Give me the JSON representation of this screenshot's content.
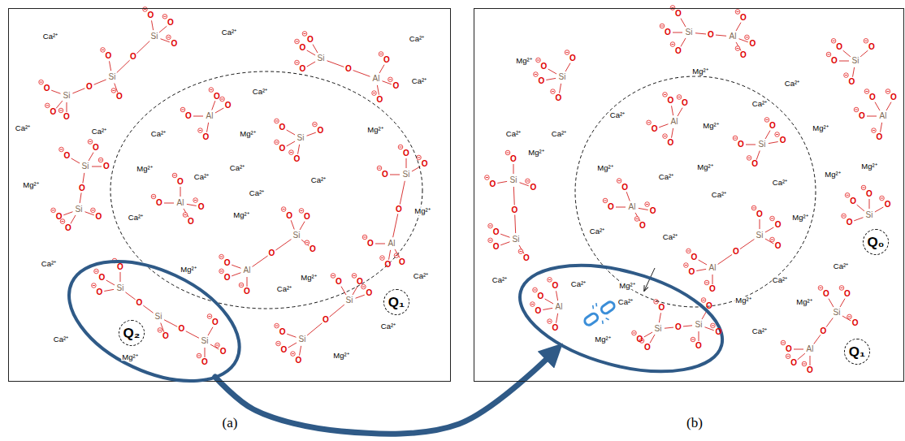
{
  "diagram": {
    "nodes": [
      {
        "text": [
          "(a)"
        ]
      },
      {
        "text": [
          "(b)"
        ]
      },
      {
        "text": [
          "Ca²⁺",
          "Ca²⁺",
          "Mg²⁺",
          "Mg²⁺",
          "Ca²⁺",
          "Ca²⁺",
          "Ca²⁺",
          "Ca²⁺",
          "Ca²⁺",
          "Mg²⁺",
          "Mg²⁺",
          "Ca²⁺",
          "Mg²⁺"
        ],
        "in": 0
      },
      {
        "text": [
          "Mg²⁺"
        ],
        "in": 0
      },
      {
        "text": [
          "Q₂"
        ],
        "in": 3
      },
      {
        "text": [
          "Q₁"
        ],
        "in": 0
      },
      {
        "text": [
          "Ca²⁺",
          "Ca²⁺",
          "Mg²⁺",
          "Mg²⁺",
          "Ca²⁺",
          "Mg²⁺",
          "Ca²⁺",
          "Ca²⁺",
          "Ca²⁺",
          "Ca²⁺",
          "Mg²⁺",
          "Mg²⁺",
          "Ca²⁺"
        ],
        "in": 1
      },
      {
        "text": [
          "Ca²⁺",
          "Mg²⁺",
          "Ca²⁺",
          "Mg²⁺"
        ],
        "in": 1
      },
      {
        "text": [
          "Q₀"
        ],
        "in": 1
      },
      {
        "text": [
          "Q₁"
        ],
        "in": 1
      }
    ],
    "edges": [
      {
        "from": 3,
        "to": 7,
        "arrow": "to"
      }
    ],
    "labels": [
      "Ca²⁺",
      "Ca²⁺",
      "Ca²⁺",
      "Ca²⁺",
      "Ca²⁺",
      "Ca²⁺",
      "Mg²⁺",
      "Mg²⁺",
      "Mg²⁺",
      "Ca²⁺",
      "Ca²⁺",
      "Ca²⁺",
      "Ca²⁺",
      "Mg²⁺",
      "Mg²⁺",
      "Mg²⁺",
      "Ca²⁺",
      "Ca²⁺",
      "Ca²⁺",
      "Mg²⁺",
      "Mg²⁺",
      "Mg²⁺",
      "Mg²⁺",
      "Ca²⁺",
      "Ca²⁺",
      "Mg²⁺",
      "Ca²⁺",
      "Si",
      "O",
      "O",
      "O",
      "Si",
      "O",
      "O",
      "Si",
      "O",
      "O",
      "O",
      "O",
      "O",
      "Si",
      "O",
      "O",
      "O",
      "Al",
      "O",
      "O",
      "O",
      "O",
      "Si",
      "O",
      "O",
      "O",
      "Si",
      "O",
      "O",
      "O",
      "O",
      "Al",
      "O",
      "O",
      "O",
      "O",
      "Si",
      "O",
      "O",
      "O",
      "O",
      "Al",
      "O",
      "O",
      "O",
      "O",
      "Si",
      "O",
      "O",
      "O",
      "Al",
      "O",
      "O",
      "O",
      "O",
      "Si",
      "O",
      "O",
      "O",
      "Al",
      "O",
      "O",
      "O",
      "O",
      "Si",
      "O",
      "O",
      "O",
      "Si",
      "O",
      "Si",
      "O",
      "O",
      "O",
      "O",
      "O",
      "Si",
      "O",
      "O",
      "O",
      "Si",
      "O",
      "O",
      "O",
      "O",
      "Si",
      "O",
      "O",
      "O",
      "O",
      "Si",
      "O",
      "O",
      "O",
      "Al",
      "O",
      "O",
      "O",
      "O",
      "Si",
      "O",
      "O",
      "O",
      "O",
      "Al",
      "O",
      "O",
      "O",
      "O",
      "Si",
      "O",
      "O",
      "O",
      "O",
      "Al",
      "O",
      "O",
      "O",
      "O",
      "Al",
      "O",
      "O",
      "O",
      "O",
      "Si",
      "O",
      "O",
      "O",
      "Al",
      "O",
      "O",
      "O",
      "O",
      "Si",
      "O",
      "O",
      "O",
      "Si",
      "O",
      "O",
      "O",
      "O",
      "Si",
      "O",
      "O",
      "O",
      "O",
      "Al",
      "O",
      "O",
      "O",
      "O",
      "Si",
      "O",
      "O",
      "O",
      "Si",
      "O",
      "O",
      "O",
      "O",
      "Si",
      "O",
      "O",
      "O",
      "Al",
      "O",
      "O",
      "O",
      "O"
    ]
  }
}
